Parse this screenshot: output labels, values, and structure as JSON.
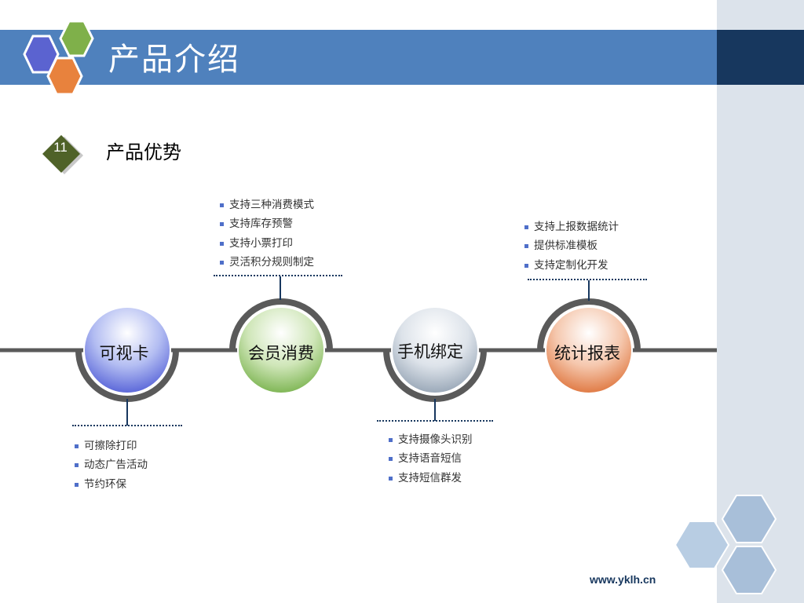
{
  "header": {
    "title": "产品介绍"
  },
  "section": {
    "number": "11",
    "title": "产品优势"
  },
  "nodes": [
    {
      "label": "可视卡",
      "bullets": [
        "可擦除打印",
        "动态广告活动",
        "节约环保"
      ]
    },
    {
      "label": "会员消费",
      "bullets": [
        "支持三种消费模式",
        "支持库存预警",
        "支持小票打印",
        "灵活积分规则制定"
      ]
    },
    {
      "label": "手机绑定",
      "bullets": [
        "支持摄像头识别",
        "支持语音短信",
        "支持短信群发"
      ]
    },
    {
      "label": "统计报表",
      "bullets": [
        "支持上报数据统计",
        "提供标准模板",
        "支持定制化开发"
      ]
    }
  ],
  "footer": {
    "url": "www.yklh.cn"
  },
  "colors": {
    "header": "#4f81bd",
    "header_dark": "#17375e",
    "panel": "#dce3eb",
    "node1": "#6f7ee0",
    "node2": "#9acb6e",
    "node3": "#b8c4d2",
    "node4": "#e9946a"
  }
}
